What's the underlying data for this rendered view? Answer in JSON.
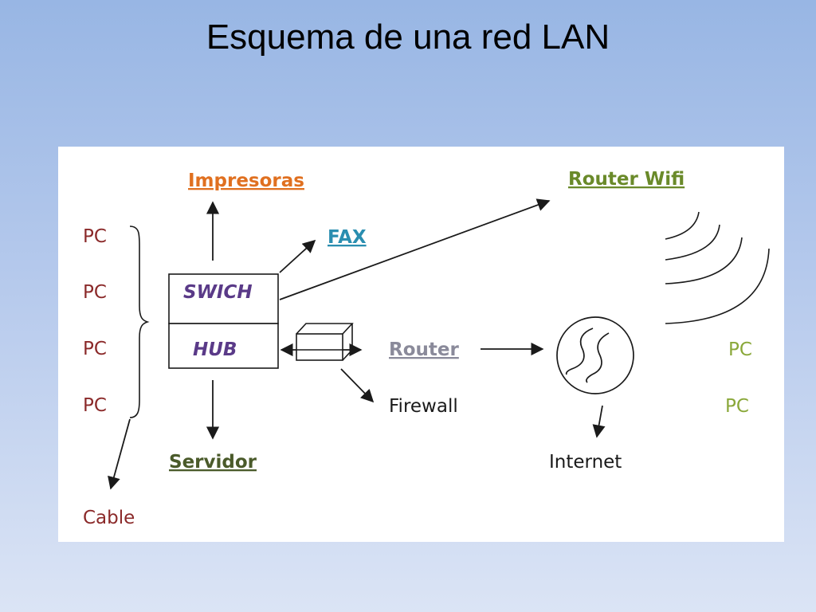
{
  "slide": {
    "title": "Esquema de una red LAN"
  },
  "diagram": {
    "pc_left": [
      "PC",
      "PC",
      "PC",
      "PC"
    ],
    "pc_right": [
      "PC",
      "PC"
    ],
    "cable": "Cable",
    "impresoras": "Impresoras",
    "fax": "FAX",
    "switch": "SWICH",
    "hub": "HUB",
    "servidor": "Servidor",
    "router_wifi": "Router Wifi",
    "router": "Router",
    "firewall": "Firewall",
    "internet": "Internet"
  },
  "colors": {
    "pc_left": "#8b2a2a",
    "pc_right": "#8aa83a",
    "impresoras": "#e07020",
    "fax": "#2a8eb0",
    "router_wifi": "#6a8a2a",
    "switch_hub": "#5a3a88",
    "servidor": "#4a5a2a",
    "router": "#8a8a9a",
    "dark": "#1a1a1a"
  },
  "icons": {
    "cloud": "internet-cloud-icon",
    "wifi": "wifi-waves-icon",
    "firewall_box": "firewall-box-icon"
  }
}
